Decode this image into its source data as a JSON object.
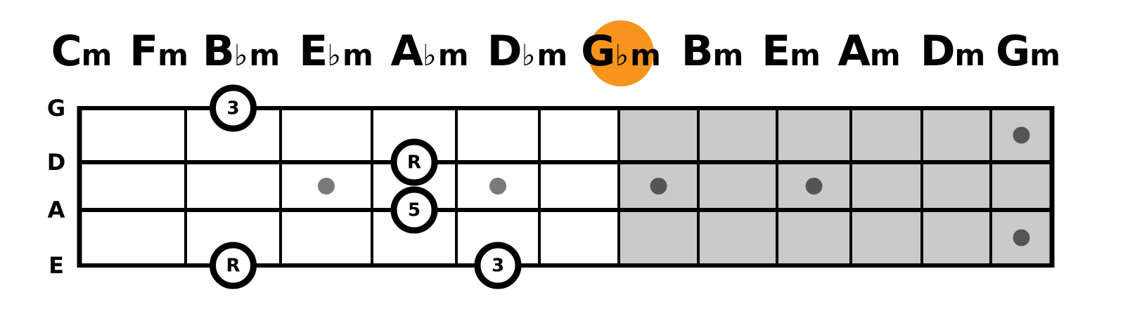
{
  "chords": [
    {
      "root": "C",
      "accidental": "",
      "quality": "m"
    },
    {
      "root": "F",
      "accidental": "",
      "quality": "m"
    },
    {
      "root": "B",
      "accidental": "♭",
      "quality": "m"
    },
    {
      "root": "E",
      "accidental": "♭",
      "quality": "m"
    },
    {
      "root": "A",
      "accidental": "♭",
      "quality": "m"
    },
    {
      "root": "D",
      "accidental": "♭",
      "quality": "m"
    },
    {
      "root": "G",
      "accidental": "♭",
      "quality": "m",
      "highlighted": true
    },
    {
      "root": "B",
      "accidental": "",
      "quality": "m"
    },
    {
      "root": "E",
      "accidental": "",
      "quality": "m"
    },
    {
      "root": "A",
      "accidental": "",
      "quality": "m"
    },
    {
      "root": "D",
      "accidental": "",
      "quality": "m"
    },
    {
      "root": "G",
      "accidental": "",
      "quality": "m"
    }
  ],
  "strings": [
    "G",
    "D",
    "A",
    "E"
  ],
  "frets_shown": 12,
  "white_frets": 6,
  "inlay_markers": [
    3,
    5,
    7,
    9
  ],
  "double_inlay_marker": 12,
  "notes": [
    {
      "string": "G",
      "fret": 2,
      "label": "3"
    },
    {
      "string": "D",
      "fret": 4,
      "label": "R"
    },
    {
      "string": "A",
      "fret": 4,
      "label": "5"
    },
    {
      "string": "E",
      "fret": 2,
      "label": "R"
    },
    {
      "string": "E",
      "fret": 5,
      "label": "3"
    }
  ],
  "colors": {
    "highlight": "#F7941D",
    "board_shaded": "#CACACA",
    "board_white": "#FFFFFF",
    "line": "#000000",
    "inlay_light": "#7A7A7A",
    "inlay_dark": "#555555",
    "note_fill": "#FFFFFF",
    "note_border": "#000000"
  }
}
